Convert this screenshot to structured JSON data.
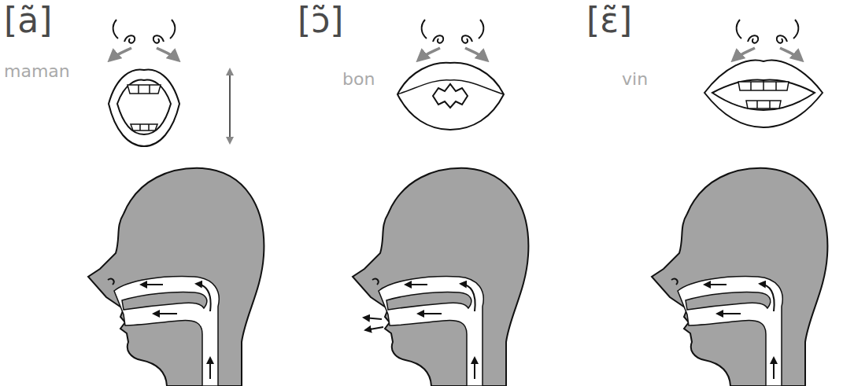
{
  "diagram": {
    "labels": [
      "[ã]",
      "maman",
      "[ɔ̃]",
      "bon",
      "[ɛ̃]",
      "vin"
    ]
  }
}
